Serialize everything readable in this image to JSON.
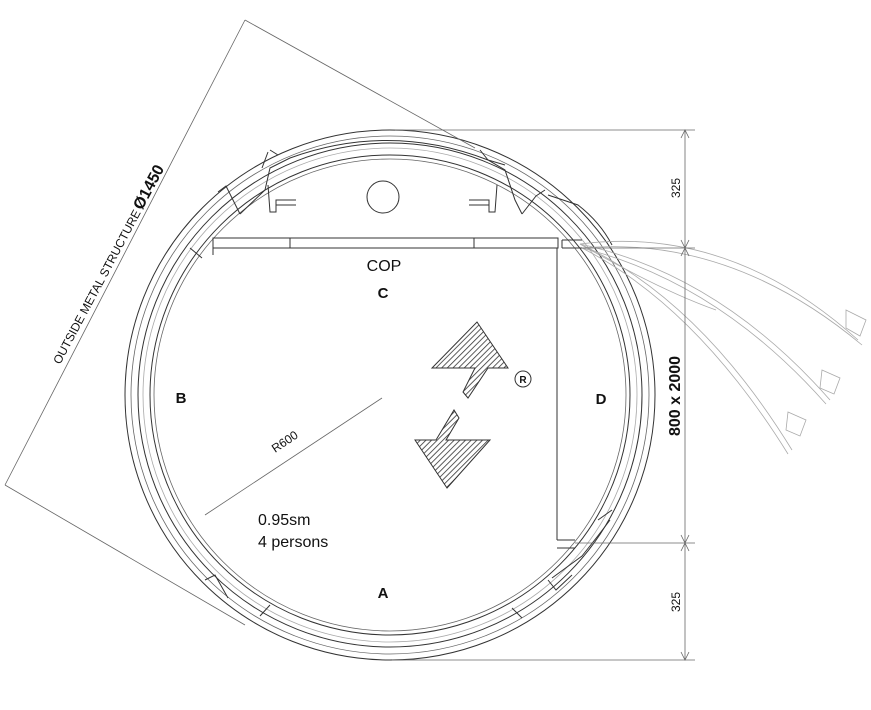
{
  "labels": {
    "side_a": "A",
    "side_b": "B",
    "side_c": "C",
    "side_d": "D",
    "cop": "COP",
    "radius": "R600",
    "area": "0.95sm",
    "capacity": "4 persons",
    "registered_mark": "R"
  },
  "dimensions": {
    "outside_structure_text": "OUTSIDE METAL STRUCTURE",
    "outside_structure_value": "Ø1450",
    "top_offset": "325",
    "door_size": "800 x 2000",
    "bottom_offset": "325"
  },
  "icons": {
    "up_arrow": "up-arrow-icon",
    "down_arrow": "down-arrow-icon",
    "registered": "registered-mark-icon"
  }
}
